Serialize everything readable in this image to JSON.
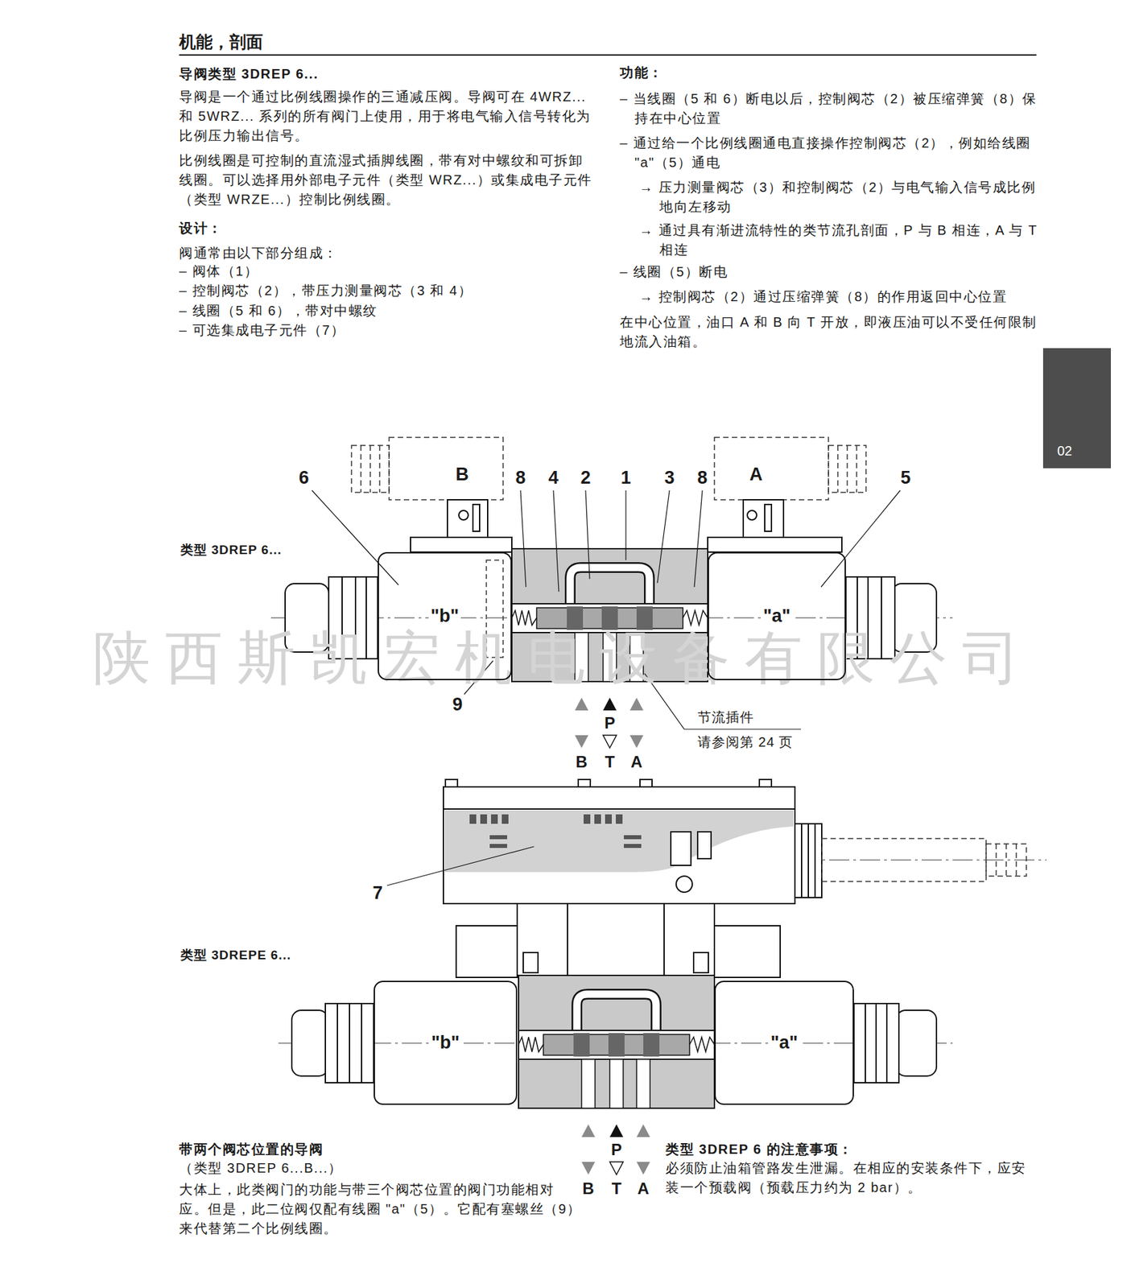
{
  "diagram": {
    "title": "机能，剖面",
    "nodes": [
      {
        "text": [
          "02"
        ]
      },
      {
        "text": [
          "\"b\""
        ]
      },
      {
        "text": [
          "\"a\""
        ]
      },
      {
        "text": [
          "\"b\""
        ]
      },
      {
        "text": [
          "\"a\""
        ]
      }
    ],
    "labels": [
      "导阀类型 3DREP 6...",
      "导阀是一个通过比例线圈操作的三通减压阀。导阀可在 4WRZ... 和 5WRZ... 系列的所有阀门上使用，用于将电气输入信号转化为比例压力输出信号。",
      "比例线圈是可控制的直流湿式插脚线圈，带有对中螺纹和可拆卸线圈。可以选择用外部电子元件（类型 WRZ...）或集成电子元件（类型 WRZE...）控制比例线圈。",
      "设计：",
      "阀通常由以下部分组成：",
      "– 阀体（1）",
      "– 控制阀芯（2），带压力测量阀芯（3 和 4）",
      "– 线圈（5 和 6），带对中螺纹",
      "– 可选集成电子元件（7）",
      "功能：",
      "– 当线圈（5 和 6）断电以后，控制阀芯（2）被压缩弹簧（8）保持在中心位置",
      "– 通过给一个比例线圈通电直接操作控制阀芯（2），例如给线圈 \"a\"（5）通电",
      "→ 压力测量阀芯（3）和控制阀芯（2）与电气输入信号成比例地向左移动",
      "→ 通过具有渐进流特性的类节流孔剖面，P 与 B 相连，A 与 T 相连",
      "– 线圈（5）断电",
      "→ 控制阀芯（2）通过压缩弹簧（8）的作用返回中心位置",
      "在中心位置，油口 A 和 B 向 T 开放，即液压油可以不受任何限制地流入油箱。",
      "类型 3DREP 6...",
      "6",
      "B",
      "8",
      "4",
      "2",
      "1",
      "3",
      "8",
      "A",
      "5",
      "9",
      "P",
      "B",
      "T",
      "A",
      "节流插件",
      "请参阅第 24 页",
      "陕西斯凯宏机电设备有限公司",
      "7",
      "类型 3DREPE 6...",
      "P",
      "B",
      "T",
      "A",
      "带两个阀芯位置的导阀",
      "（类型 3DREP 6...B...）",
      "大体上，此类阀门的功能与带三个阀芯位置的阀门功能相对应。但是，此二位阀仅配有线圈 \"a\"（5）。它配有塞螺丝（9）来代替第二个比例线圈。",
      "类型 3DREP 6 的注意事项：",
      "必须防止油箱管路发生泄漏。在相应的安装条件下，应安装一个预载阀（预载压力约为 2 bar）。"
    ]
  }
}
